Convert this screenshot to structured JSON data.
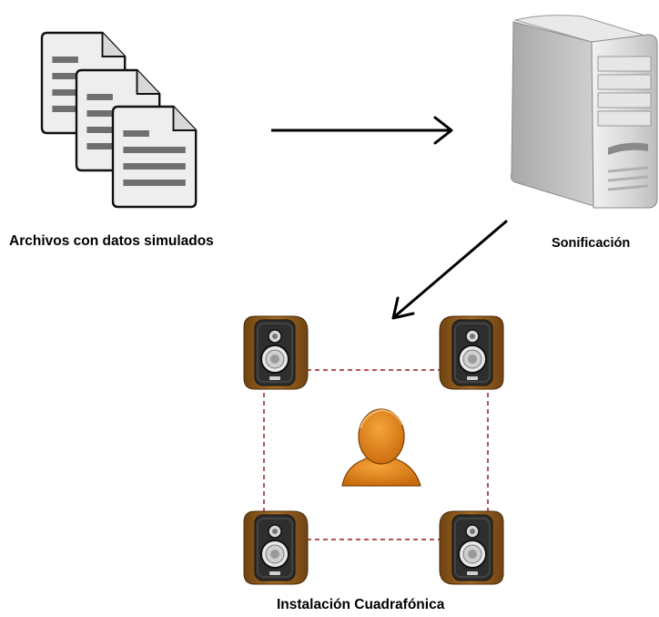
{
  "labels": {
    "files": "Archivos con datos simulados",
    "sonification": "Sonificación",
    "installation": "Instalación Cuadrafónica"
  },
  "icons": {
    "documents": "documents-icon",
    "server": "server-tower-icon",
    "speaker": "speaker-icon",
    "listener": "person-icon"
  },
  "colors": {
    "doc_fill": "#eeeeee",
    "doc_lines": "#6f6f6f",
    "server": "#d9d9d9",
    "speaker_wood": "#8c5a1e",
    "speaker_face": "#2e2e2e",
    "person": "#e8891a",
    "dashed_line": "#9b1c1c"
  }
}
